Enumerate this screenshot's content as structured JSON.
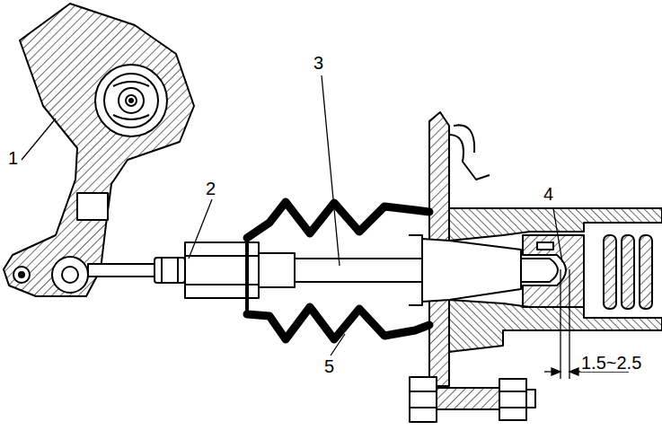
{
  "diagram": {
    "labels": [
      "1",
      "2",
      "3",
      "4",
      "5",
      "1.5~2.5"
    ]
  }
}
